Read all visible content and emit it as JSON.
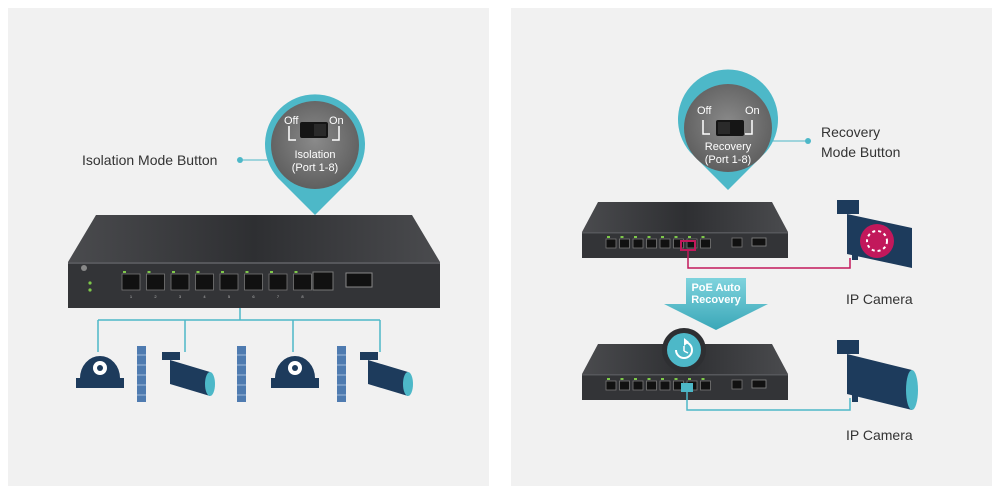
{
  "left": {
    "callout_label": "Isolation Mode Button",
    "switch_off": "Off",
    "switch_on": "On",
    "switch_caption_line1": "Isolation",
    "switch_caption_line2": "(Port 1-8)",
    "port_numbers": [
      "1",
      "2",
      "3",
      "4",
      "5",
      "6",
      "7",
      "8"
    ]
  },
  "right": {
    "callout_label_line1": "Recovery",
    "callout_label_line2": "Mode Button",
    "switch_off": "Off",
    "switch_on": "On",
    "switch_caption_line1": "Recovery",
    "switch_caption_line2": "(Port 1-8)",
    "arrow_line1": "PoE Auto",
    "arrow_line2": "Recovery",
    "camera_label_top": "IP Camera",
    "camera_label_bottom": "IP Camera"
  },
  "colors": {
    "accent_teal": "#4db8c8",
    "camera_navy": "#1d3b5c",
    "error_magenta": "#c2185b",
    "switch_body": "#3c3d40",
    "panel_bg": "#f1f1f1"
  }
}
